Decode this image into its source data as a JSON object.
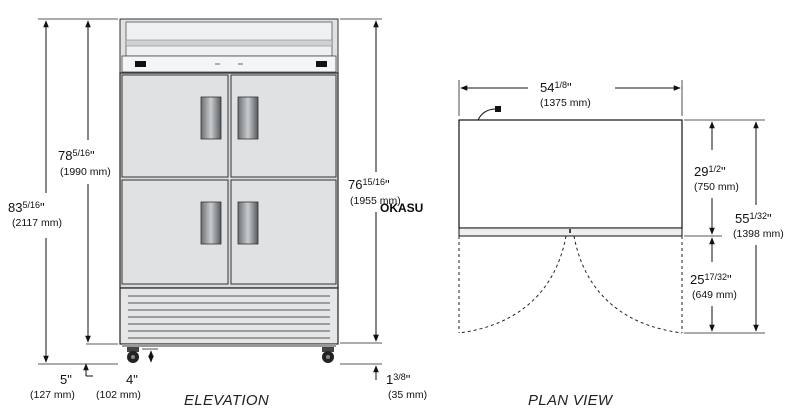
{
  "elevation": {
    "caption": "ELEVATION",
    "overall_height": {
      "label": "83",
      "frac": "5/16",
      "unit": "\"",
      "mm": "(2117 mm)"
    },
    "cabinet_height": {
      "label": "78",
      "frac": "5/16",
      "unit": "\"",
      "mm": "(1990 mm)"
    },
    "door_height": {
      "label": "76",
      "frac": "15/16",
      "unit": "\"",
      "mm": "(1955 mm)"
    },
    "caster_offset": {
      "label": "5\"",
      "mm": "(127 mm)"
    },
    "caster_height": {
      "label": "4\"",
      "mm": "(102 mm)"
    },
    "clearance": {
      "label": "1",
      "frac": "3/8",
      "unit": "\"",
      "mm": "(35 mm)"
    },
    "watermark": "OKASU"
  },
  "plan": {
    "caption": "PLAN VIEW",
    "width": {
      "label": "54",
      "frac": "1/8",
      "unit": "\"",
      "mm": "(1375 mm)"
    },
    "depth": {
      "label": "29",
      "frac": "1/2",
      "unit": "\"",
      "mm": "(750 mm)"
    },
    "overall_depth": {
      "label": "55",
      "frac": "1/32",
      "unit": "\"",
      "mm": "(1398 mm)"
    },
    "door_swing": {
      "label": "25",
      "frac": "17/32",
      "unit": "\"",
      "mm": "(649 mm)"
    }
  }
}
